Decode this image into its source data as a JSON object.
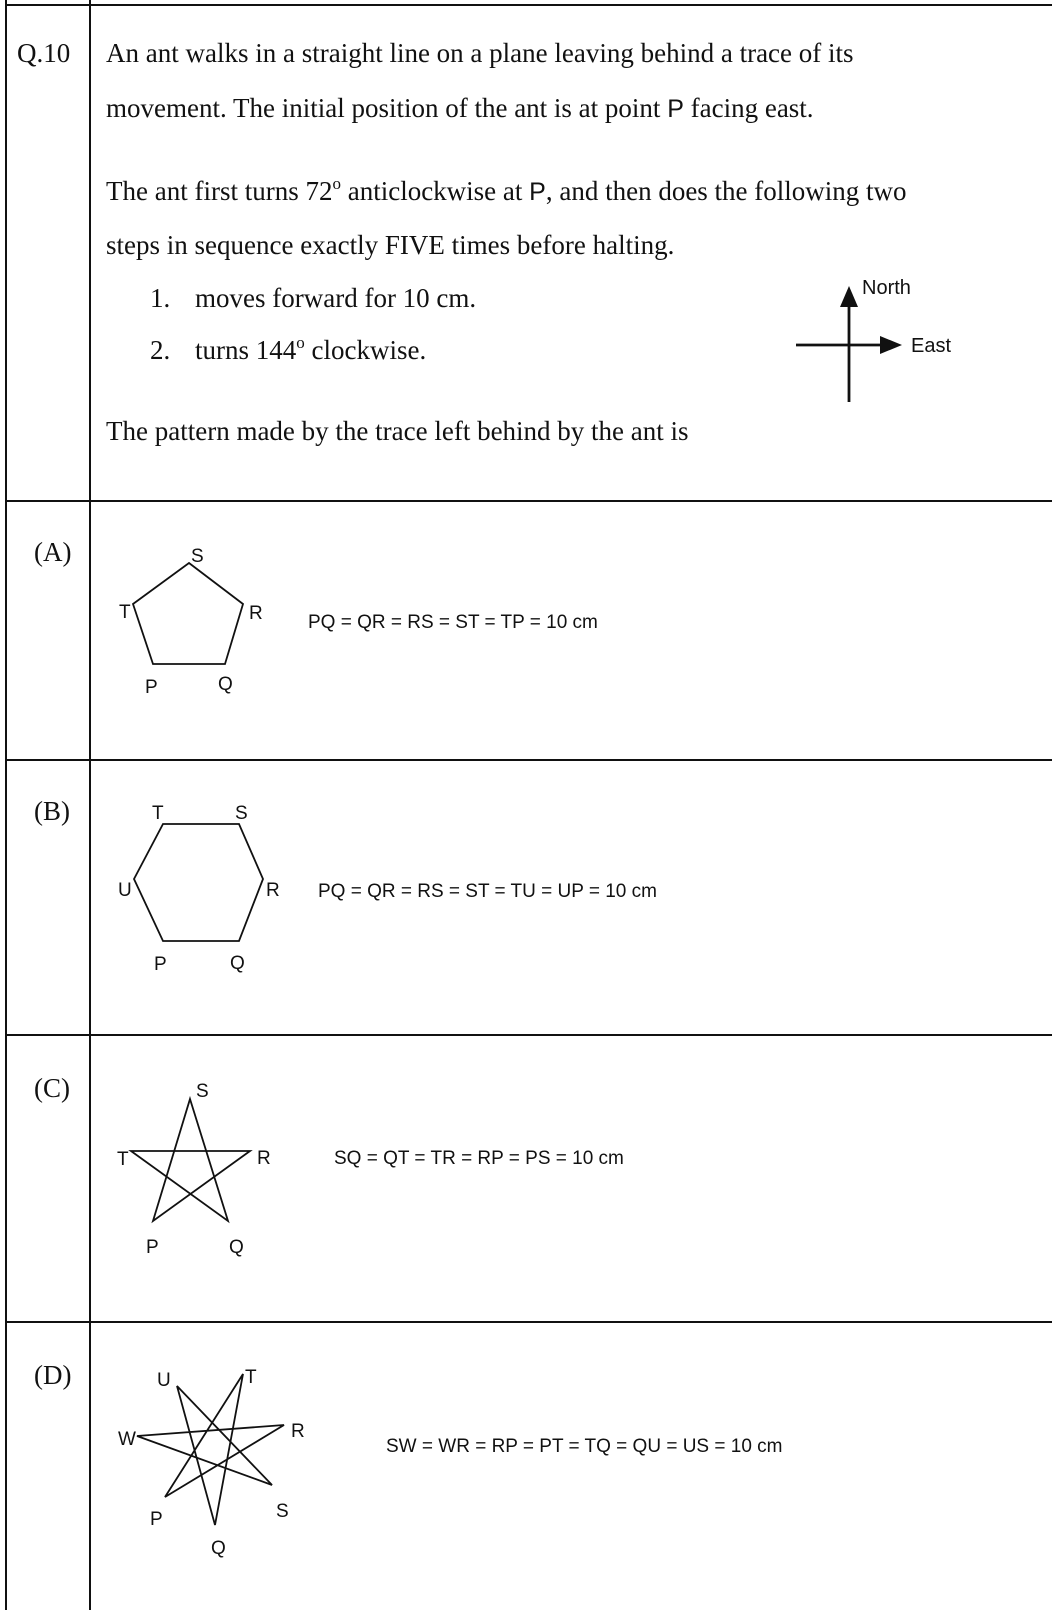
{
  "question": {
    "number": "Q.10",
    "paragraph1_line1": "An ant walks in a straight line on a plane leaving behind a trace of its",
    "paragraph1_line2_a": "movement.  The initial position of the ant is at point ",
    "paragraph1_line2_point": "P",
    "paragraph1_line2_b": " facing east.",
    "paragraph2_line1_a": "The ant first turns 72",
    "paragraph2_line1_deg": "o",
    "paragraph2_line1_b": " anticlockwise at ",
    "paragraph2_line1_point": "P",
    "paragraph2_line1_c": ", and then does the following two",
    "paragraph2_line2": "steps in sequence exactly FIVE times before halting.",
    "steps": [
      {
        "num": "1.",
        "text_a": "moves forward for 10 cm.",
        "deg": "",
        "text_b": ""
      },
      {
        "num": "2.",
        "text_a": "turns 144",
        "deg": "o",
        "text_b": " clockwise."
      }
    ],
    "closing": "The pattern made by the trace left behind by the ant is",
    "compass": {
      "north_label": "North",
      "east_label": "East"
    }
  },
  "options": [
    {
      "label": "(A)",
      "shape": "pentagon",
      "vertex_labels": {
        "S": "S",
        "T": "T",
        "R": "R",
        "P": "P",
        "Q": "Q"
      },
      "equation": "PQ = QR = RS = ST = TP = 10 cm"
    },
    {
      "label": "(B)",
      "shape": "hexagon",
      "vertex_labels": {
        "T": "T",
        "S": "S",
        "U": "U",
        "R": "R",
        "P": "P",
        "Q": "Q"
      },
      "equation": "PQ = QR = RS = ST = TU = UP = 10 cm"
    },
    {
      "label": "(C)",
      "shape": "five-point-star",
      "vertex_labels": {
        "S": "S",
        "T": "T",
        "R": "R",
        "P": "P",
        "Q": "Q"
      },
      "equation": "SQ = QT = TR = RP = PS = 10 cm"
    },
    {
      "label": "(D)",
      "shape": "seven-point-star",
      "vertex_labels": {
        "U": "U",
        "T": "T",
        "W": "W",
        "R": "R",
        "P": "P",
        "S": "S",
        "Q": "Q"
      },
      "equation": "SW = WR = RP = PT = TQ = QU = US = 10 cm"
    }
  ]
}
